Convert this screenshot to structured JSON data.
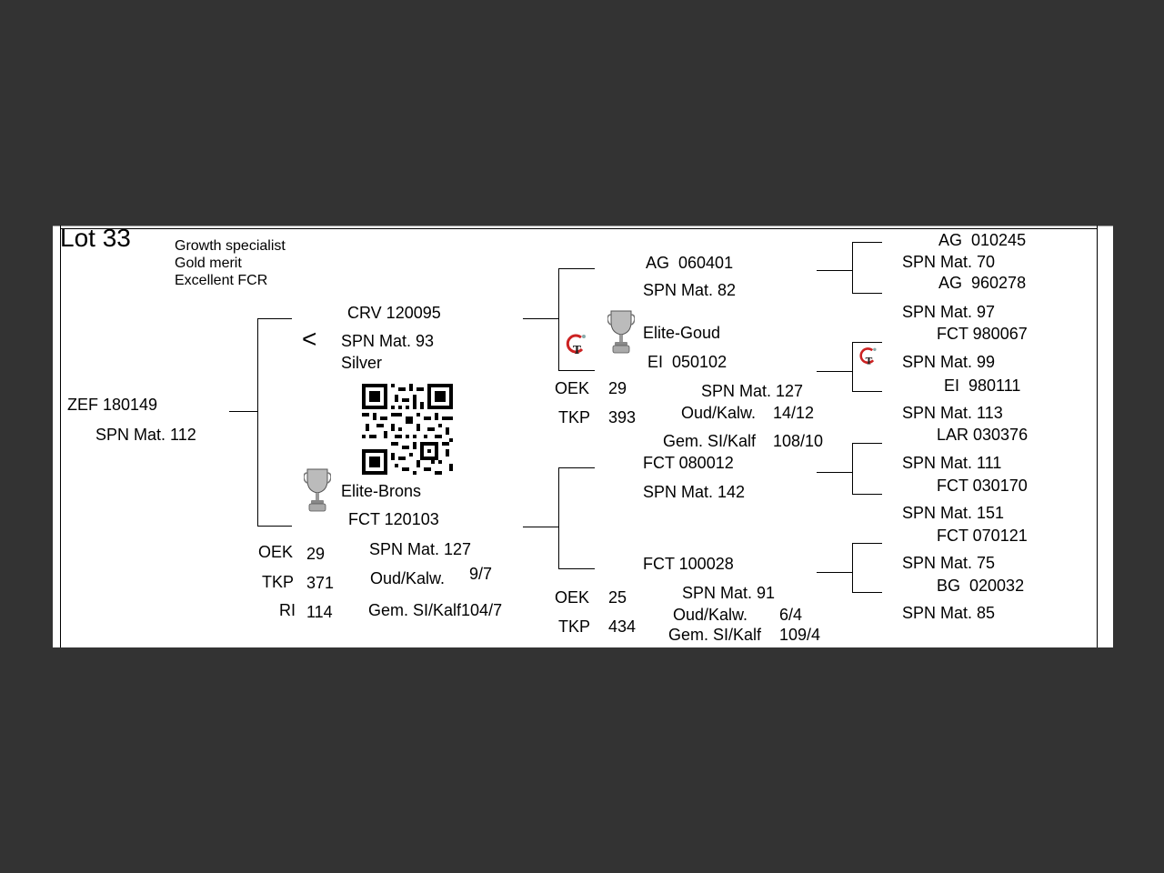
{
  "lot": "Lot 33",
  "remarks": [
    "Growth specialist",
    "Gold merit",
    "Excellent FCR"
  ],
  "animal": {
    "id": "ZEF 180149",
    "spn": "SPN Mat. 112"
  },
  "sire": {
    "id": "CRV 120095",
    "spn": "SPN Mat. 93",
    "note": "Silver",
    "symbol": "<",
    "sire": {
      "id": "AG  060401",
      "spn": "SPN Mat. 82",
      "sire": {
        "id": "AG  010245",
        "spn": "SPN Mat. 70"
      },
      "dam": {
        "id": "AG  960278",
        "spn": "SPN Mat. 97"
      }
    },
    "dam": {
      "award": "Elite-Goud",
      "id": "EI  050102",
      "spn": "SPN Mat. 127",
      "oud_label": "Oud/Kalw.",
      "oud": "14/12",
      "gem_label": "Gem. SI/Kalf",
      "gem": "108/10",
      "oek_label": "OEK",
      "oek": "29",
      "tkp_label": "TKP",
      "tkp": "393",
      "sire": {
        "id": "FCT 980067",
        "spn": "SPN Mat. 99"
      },
      "dam": {
        "id": "EI  980111",
        "spn": "SPN Mat. 113"
      }
    }
  },
  "dam": {
    "award": "Elite-Brons",
    "id": "FCT 120103",
    "spn": "SPN Mat. 127",
    "oud_label": "Oud/Kalw.",
    "oud": "9/7",
    "gem": "Gem. SI/Kalf104/7",
    "oek_label": "OEK",
    "oek": "29",
    "tkp_label": "TKP",
    "tkp": "371",
    "ri_label": "RI",
    "ri": "114",
    "sire": {
      "id": "FCT 080012",
      "spn": "SPN Mat. 142",
      "sire": {
        "id": "LAR 030376",
        "spn": "SPN Mat. 111"
      },
      "dam": {
        "id": "FCT 030170",
        "spn": "SPN Mat. 151"
      }
    },
    "dam": {
      "id": "FCT 100028",
      "spn": "SPN Mat. 91",
      "oud_label": "Oud/Kalw.",
      "oud": "6/4",
      "gem_label": "Gem. SI/Kalf",
      "gem": "109/4",
      "oek_label": "OEK",
      "oek": "25",
      "tkp_label": "TKP",
      "tkp": "434",
      "sire": {
        "id": "FCT 070121",
        "spn": "SPN Mat. 75"
      },
      "dam": {
        "id": "BG  020032",
        "spn": "SPN Mat. 85"
      }
    }
  },
  "icons": {
    "trophy": "trophy-icon",
    "qr": "qr-code",
    "gt": "gt-logo"
  },
  "colors": {
    "background": "#333333",
    "card": "#ffffff",
    "text": "#000000",
    "logo": "#cc2222"
  }
}
